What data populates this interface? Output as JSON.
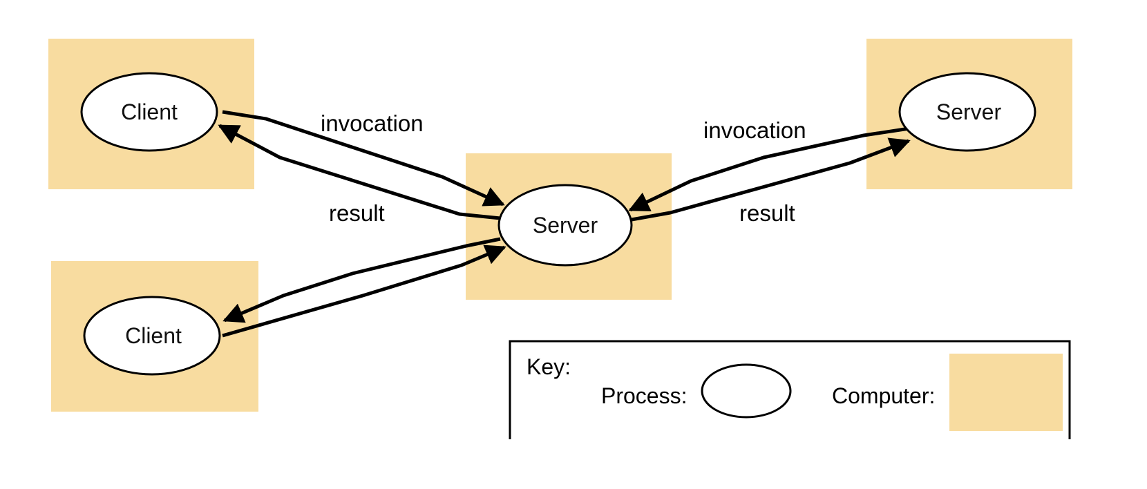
{
  "colors": {
    "computer": "#f8dca0",
    "process_fill": "#ffffff",
    "stroke": "#000000"
  },
  "processes": {
    "client_top": "Client",
    "client_bottom": "Client",
    "server_center": "Server",
    "server_right": "Server"
  },
  "edges": {
    "left_invocation": "invocation",
    "left_result": "result",
    "right_invocation": "invocation",
    "right_result": "result"
  },
  "key": {
    "title": "Key:",
    "process_label": "Process:",
    "computer_label": "Computer:"
  }
}
